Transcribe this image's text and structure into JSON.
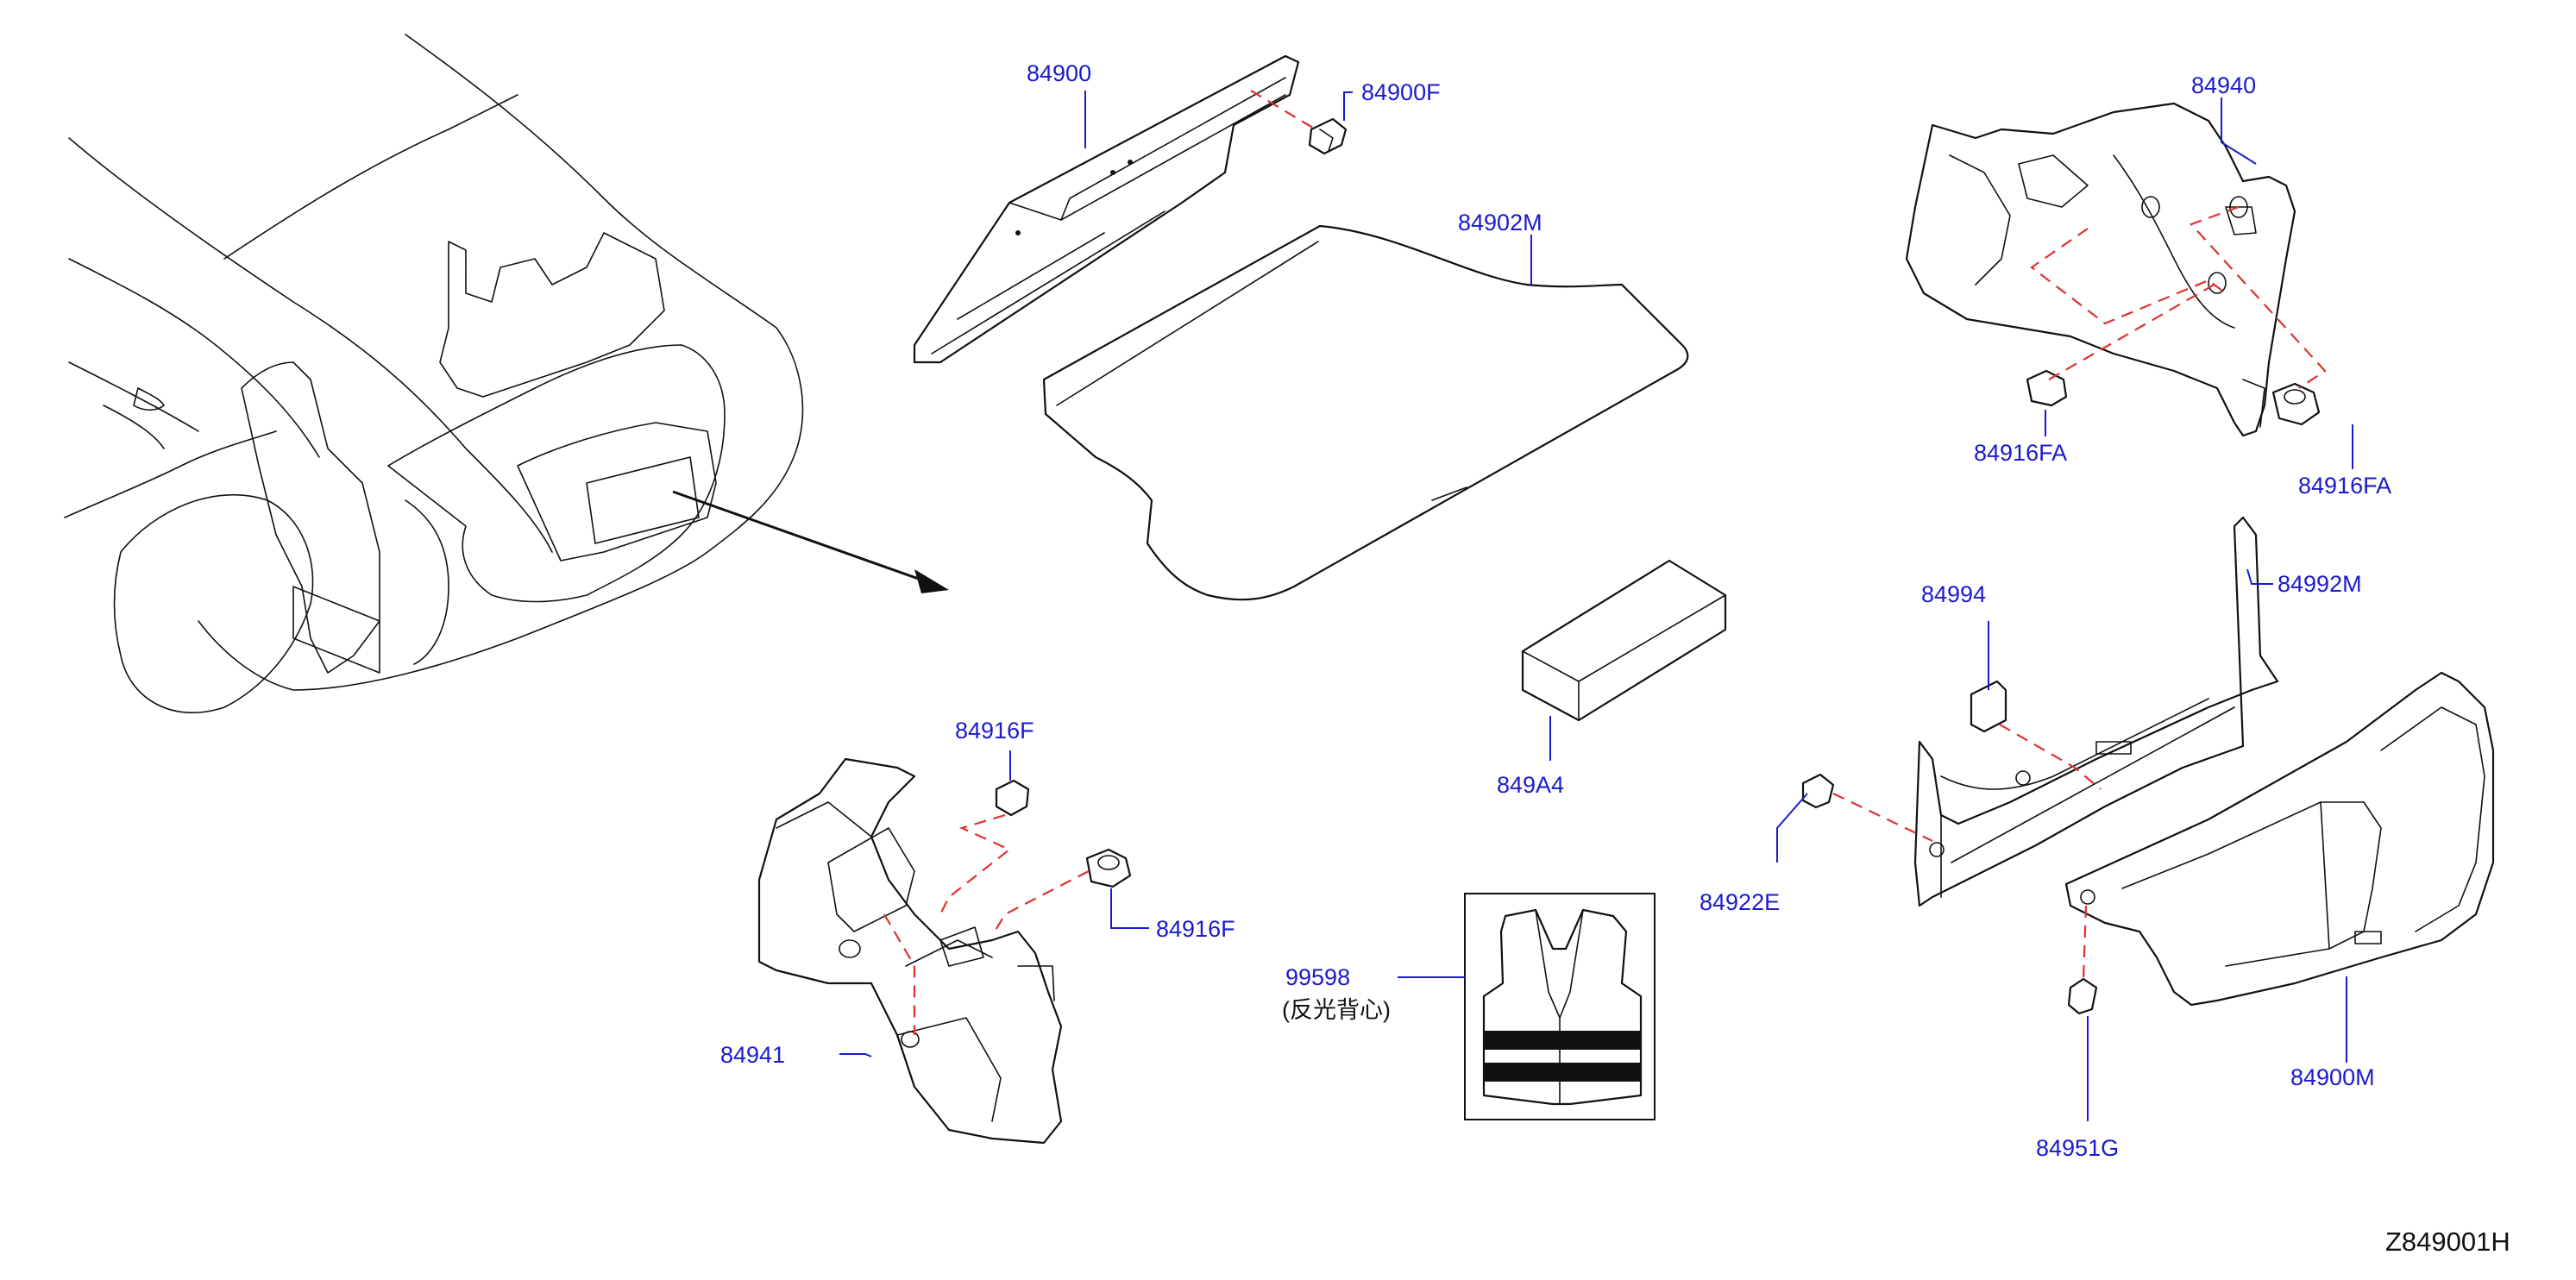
{
  "diagram_code": "Z849001H",
  "callouts": {
    "p84900": "84900",
    "p84900F": "84900F",
    "p84902M": "84902M",
    "p84940": "84940",
    "p84916FA_left": "84916FA",
    "p84916FA_right": "84916FA",
    "p84994": "84994",
    "p84992M": "84992M",
    "p849A4": "849A4",
    "p84916F_top": "84916F",
    "p84916F_right": "84916F",
    "p99598": "99598",
    "p99598_note": "(反光背心)",
    "p84941": "84941",
    "p84922E": "84922E",
    "p84900M": "84900M",
    "p84951G": "84951G"
  },
  "colors": {
    "callout_text": "#1a1ad0",
    "leader_line": "#1a1ad0",
    "fastener_path": "#e03030",
    "outline": "#111111"
  }
}
